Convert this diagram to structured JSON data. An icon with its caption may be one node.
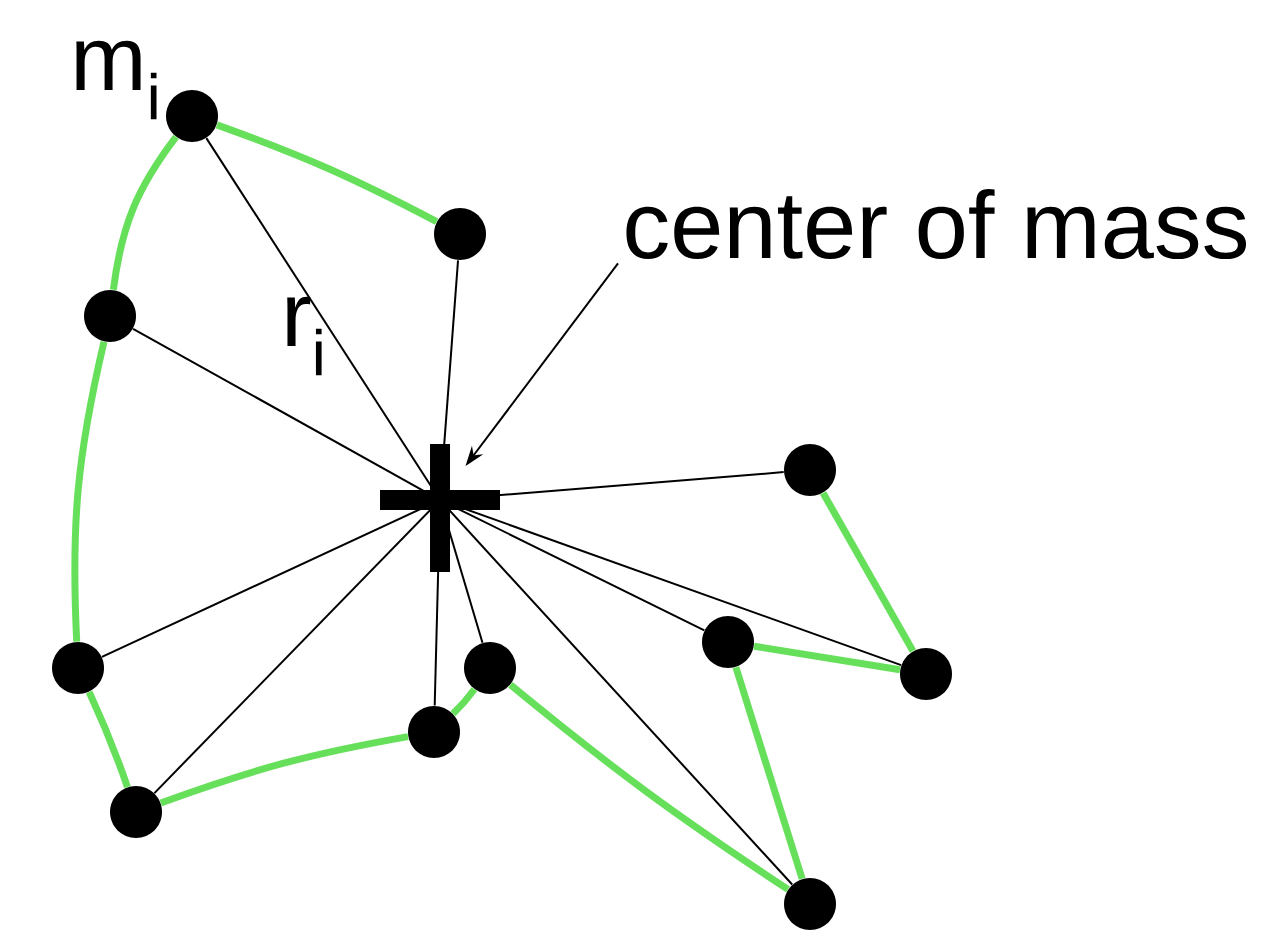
{
  "diagram": {
    "nodes": [
      {
        "text": [
          "center of mass"
        ]
      },
      {
        "text": [],
        "shape": "cross"
      },
      {
        "text": [],
        "shape": "circle"
      },
      {
        "text": [],
        "shape": "circle"
      },
      {
        "text": [],
        "shape": "circle"
      },
      {
        "text": [],
        "shape": "circle"
      },
      {
        "text": [],
        "shape": "circle"
      },
      {
        "text": [],
        "shape": "circle"
      },
      {
        "text": [],
        "shape": "circle"
      },
      {
        "text": [],
        "shape": "circle"
      },
      {
        "text": [],
        "shape": "circle"
      },
      {
        "text": [],
        "shape": "circle"
      },
      {
        "text": [],
        "shape": "circle"
      }
    ],
    "edges": [
      {
        "from": 0,
        "to": 1,
        "arrow": "to"
      },
      {
        "from": 1,
        "to": 2,
        "arrow": "none"
      },
      {
        "from": 1,
        "to": 3,
        "arrow": "none"
      },
      {
        "from": 1,
        "to": 4,
        "arrow": "none"
      },
      {
        "from": 1,
        "to": 5,
        "arrow": "none"
      },
      {
        "from": 1,
        "to": 6,
        "arrow": "none"
      },
      {
        "from": 1,
        "to": 7,
        "arrow": "none"
      },
      {
        "from": 1,
        "to": 8,
        "arrow": "none"
      },
      {
        "from": 1,
        "to": 9,
        "arrow": "none"
      },
      {
        "from": 1,
        "to": 10,
        "arrow": "none"
      },
      {
        "from": 1,
        "to": 11,
        "arrow": "none"
      },
      {
        "from": 1,
        "to": 12,
        "arrow": "none"
      },
      {
        "from": 3,
        "to": 2,
        "arrow": "none",
        "style": "thick",
        "color": "#66e05a"
      },
      {
        "from": 2,
        "to": 4,
        "arrow": "none",
        "style": "thick",
        "color": "#66e05a"
      },
      {
        "from": 4,
        "to": 7,
        "arrow": "none",
        "style": "thick",
        "color": "#66e05a"
      },
      {
        "from": 7,
        "to": 11,
        "arrow": "none",
        "style": "thick",
        "color": "#66e05a"
      },
      {
        "from": 11,
        "to": 10,
        "arrow": "none",
        "style": "thick",
        "color": "#66e05a"
      },
      {
        "from": 10,
        "to": 8,
        "arrow": "none",
        "style": "thick",
        "color": "#66e05a"
      },
      {
        "from": 8,
        "to": 12,
        "arrow": "none",
        "style": "thick",
        "color": "#66e05a"
      },
      {
        "from": 12,
        "to": 6,
        "arrow": "none",
        "style": "thick",
        "color": "#66e05a"
      },
      {
        "from": 6,
        "to": 9,
        "arrow": "none",
        "style": "thick",
        "color": "#66e05a"
      },
      {
        "from": 9,
        "to": 5,
        "arrow": "none",
        "style": "thick",
        "color": "#66e05a"
      }
    ],
    "labels": [
      "m$_{i}$",
      "r$_{i}$"
    ]
  }
}
